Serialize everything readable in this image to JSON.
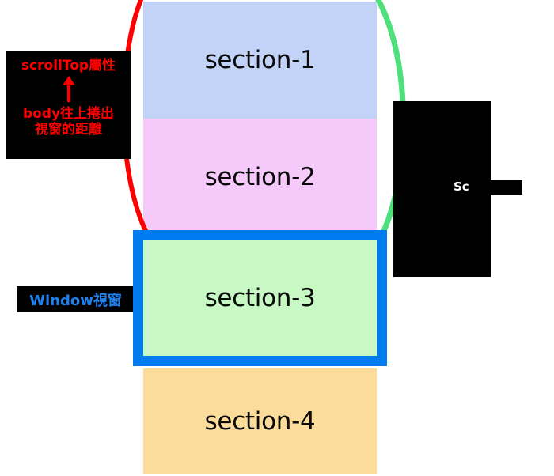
{
  "diagram": {
    "title": "scrollTop / Window viewport illustration",
    "background": "#ffffff"
  },
  "sections": [
    {
      "key": "section-1",
      "label": "section-1",
      "color": "#c2d3f7"
    },
    {
      "key": "section-2",
      "label": "section-2",
      "color": "#f5c9f9"
    },
    {
      "key": "section-3",
      "label": "section-3",
      "color": "#c8f8c4"
    },
    {
      "key": "section-4",
      "label": "section-4",
      "color": "#fbdc9b"
    }
  ],
  "annotations": {
    "scrolltop_note": {
      "line1": "scrollTop屬性",
      "arrow": "up-arrow",
      "line2": "body往上捲出",
      "line3": "視窗的距離",
      "text_color": "#ff0000",
      "background": "#000000"
    },
    "window_label": {
      "text": "Window視窗",
      "text_color": "#1e81f0",
      "background": "#000000"
    },
    "right_note": {
      "text": "Sc",
      "text_color": "#ffffff",
      "background": "#000000",
      "state": "occluded"
    }
  },
  "curves": {
    "left_arc": {
      "name": "red-arc",
      "color": "#ff0000"
    },
    "right_arc": {
      "name": "green-arc",
      "color": "#4ee07a"
    }
  },
  "frame": {
    "name": "window-viewport-frame",
    "border_color": "#007bf0",
    "border_width": 13
  }
}
